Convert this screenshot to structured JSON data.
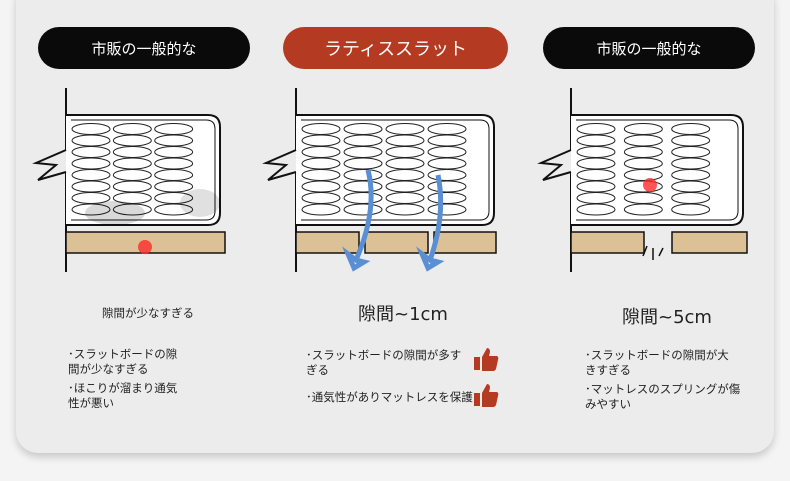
{
  "columns": [
    {
      "title": "市販の一般的な",
      "gap": "隙間が少なすぎる",
      "points": [
        "･スラットボードの隙間が少なすぎる",
        "･ほこりが溜まり通気性が悪い"
      ]
    },
    {
      "title": "ラティススラット",
      "gap": "隙間~1cm",
      "points": [
        "･スラットボードの隙間が多すぎる",
        "･通気性がありマットレスを保護"
      ]
    },
    {
      "title": "市販の一般的な",
      "gap": "隙間~5cm",
      "points": [
        "･スラットボードの隙間が大きすぎる",
        "･マットレスのスプリングが傷みやすい"
      ]
    }
  ],
  "colors": {
    "accent": "#b53a22",
    "wood": "#dcc196",
    "arrow": "#5b8fd4"
  },
  "icons": [
    "thumbs-up-icon",
    "thumbs-up-icon"
  ]
}
